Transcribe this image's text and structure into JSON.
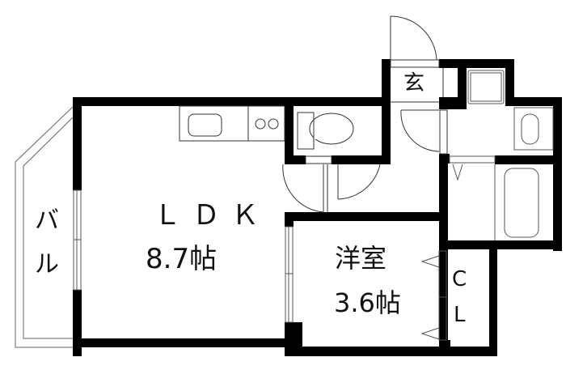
{
  "floorplan": {
    "rooms": {
      "ldk": {
        "name": "ＬＤＫ",
        "size": "8.7帖"
      },
      "western_room": {
        "name": "洋室",
        "size": "3.6帖"
      },
      "balcony": {
        "line1": "バ",
        "line2": "ル"
      },
      "entrance": {
        "name": "玄"
      },
      "closet": {
        "line1": "C",
        "line2": "L"
      }
    },
    "fixtures": [
      "kitchen-sink",
      "stove-burners",
      "toilet",
      "washing-machine-pan",
      "washbasin",
      "bathtub"
    ],
    "colors": {
      "wall": "#000000",
      "line": "#555555",
      "background": "#ffffff"
    }
  }
}
